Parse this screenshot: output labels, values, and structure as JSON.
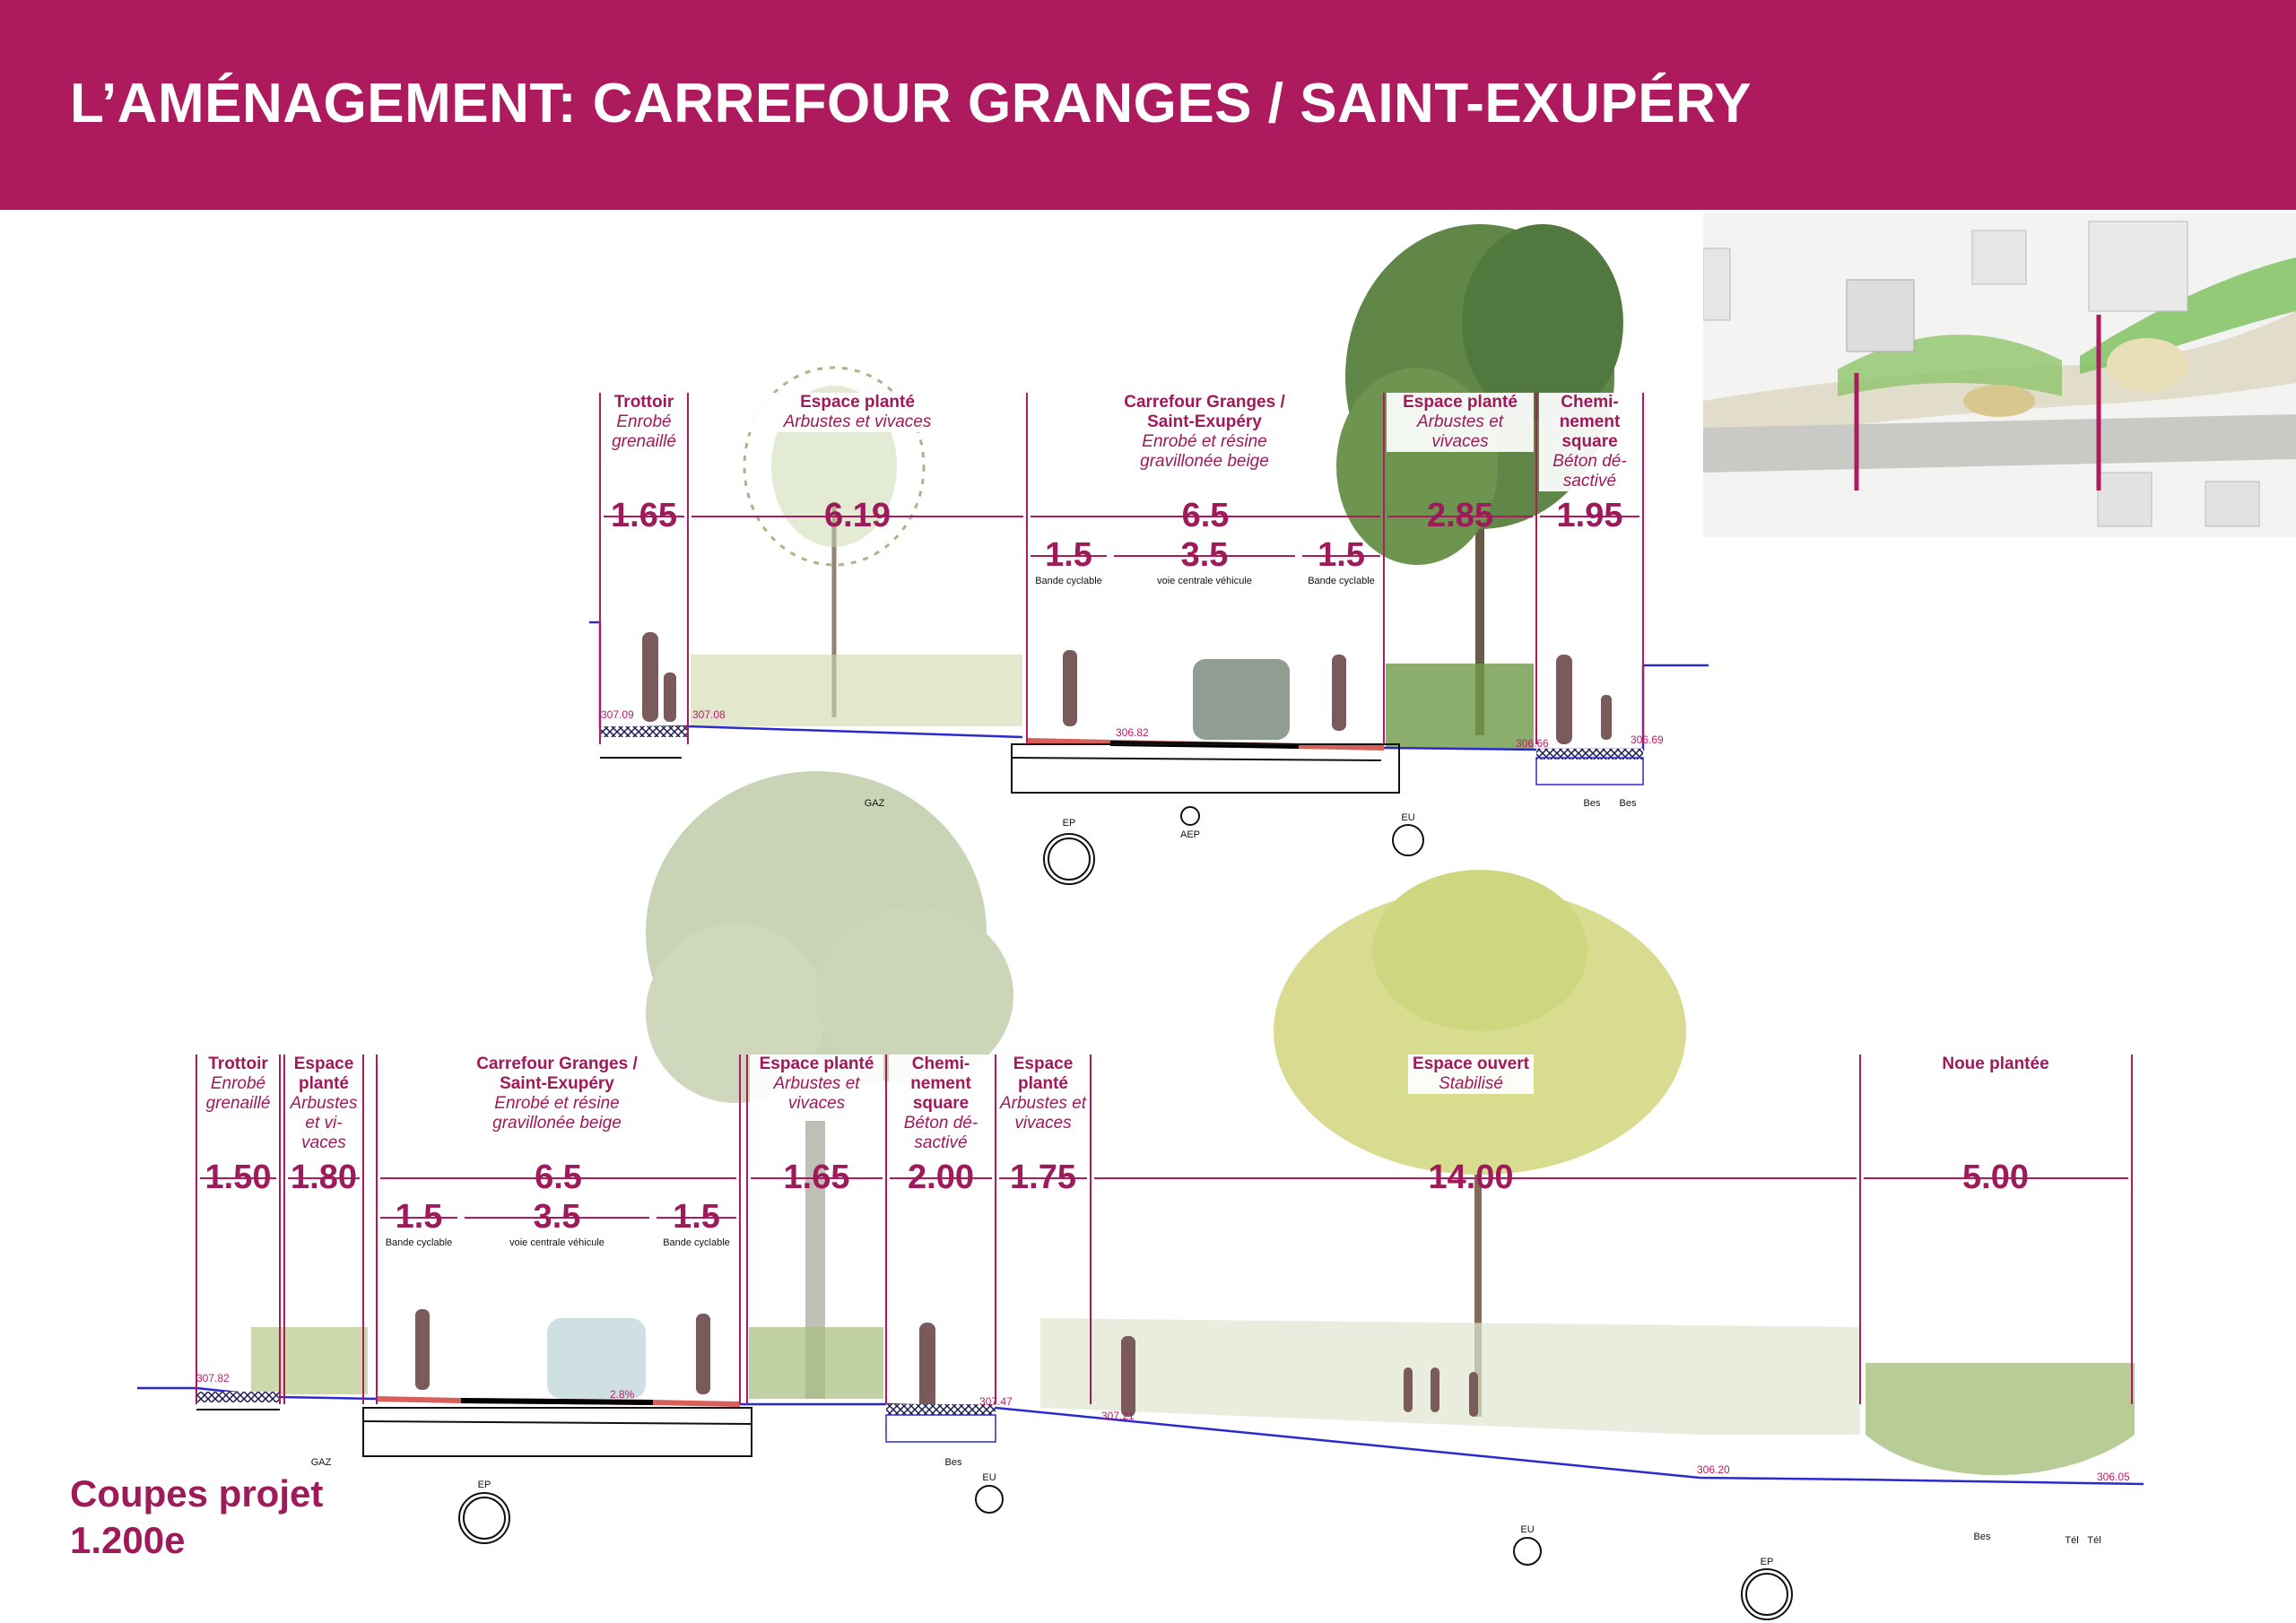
{
  "header": {
    "title": "L’AMÉNAGEMENT: CARREFOUR GRANGES / SAINT-EXUPÉRY",
    "color": "#ae1a5e"
  },
  "caption": {
    "line1": "Coupes projet",
    "line2": "1.200e"
  },
  "top_section": {
    "zones": [
      {
        "title": "Trottoir",
        "subtitle": "Enrobé grenaillé",
        "width": "1.65"
      },
      {
        "title": "Espace planté",
        "subtitle": "Arbustes et vivaces",
        "width": "6.19"
      },
      {
        "title": "Carrefour Granges / Saint-Exupéry",
        "subtitle": "Enrobé et résine gravillonée beige",
        "width": "6.5"
      },
      {
        "title": "Espace planté",
        "subtitle": "Arbustes et vivaces",
        "width": "2.85"
      },
      {
        "title": "Chemi- nement square",
        "subtitle": "Béton dé- sactivé",
        "width": "1.95"
      }
    ],
    "sub_dims": [
      {
        "width": "1.5",
        "label": "Bande cyclable"
      },
      {
        "width": "3.5",
        "label": "voie centrale véhicule"
      },
      {
        "width": "1.5",
        "label": "Bande cyclable"
      }
    ],
    "elevations": [
      "307.09",
      "307.08",
      "306.82",
      "306.66",
      "306.69"
    ],
    "networks": [
      "GAZ",
      "EP",
      "AEP",
      "EU",
      "Bes",
      "Bes"
    ]
  },
  "bottom_section": {
    "zones": [
      {
        "title": "Trottoir",
        "subtitle": "Enrobé grenaillé",
        "width": "1.50"
      },
      {
        "title": "Espace planté",
        "subtitle": "Arbustes et vi- vaces",
        "width": "1.80"
      },
      {
        "title": "Carrefour Granges / Saint-Exupéry",
        "subtitle": "Enrobé et résine gravillonée beige",
        "width": "6.5"
      },
      {
        "title": "Espace planté",
        "subtitle": "Arbustes et vivaces",
        "width": "1.65"
      },
      {
        "title": "Chemi- nement square",
        "subtitle": "Béton dé- sactivé",
        "width": "2.00"
      },
      {
        "title": "Espace planté",
        "subtitle": "Arbustes et vivaces",
        "width": "1.75"
      },
      {
        "title": "Espace ouvert",
        "subtitle": "Stabilisé",
        "width": "14.00"
      },
      {
        "title": "Noue plantée",
        "subtitle": "",
        "width": "5.00"
      }
    ],
    "sub_dims": [
      {
        "width": "1.5",
        "label": "Bande cyclable"
      },
      {
        "width": "3.5",
        "label": "voie centrale véhicule"
      },
      {
        "width": "1.5",
        "label": "Bande cyclable"
      }
    ],
    "elevations": [
      "307.82",
      "2.8%",
      "307.47",
      "307.21",
      "306.20",
      "306.05"
    ],
    "networks": [
      "GAZ",
      "EP",
      "Bes",
      "EU",
      "EU",
      "EP",
      "Bes",
      "Tél",
      "Tél"
    ]
  },
  "colors": {
    "accent": "#ae1a5e",
    "ground_line": "#2a2ad0",
    "bike_lane": "#d9605a"
  }
}
